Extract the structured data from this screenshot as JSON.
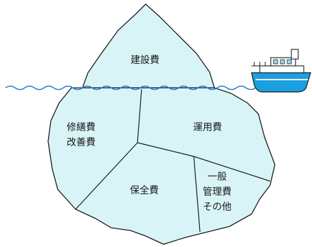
{
  "colors": {
    "ice_fill": "#d8f4f6",
    "outline": "#1a1a1a",
    "waterline": "#1f7fd6",
    "ship_hull": "#1aa0e0",
    "ship_cabin": "#ffffff"
  },
  "labels": {
    "construction": "建設費",
    "repair_1": "修繕費",
    "repair_2": "改善費",
    "operation": "運用費",
    "maintenance": "保全費",
    "general_1": "一般",
    "general_2": "管理費",
    "general_3": "その他"
  }
}
